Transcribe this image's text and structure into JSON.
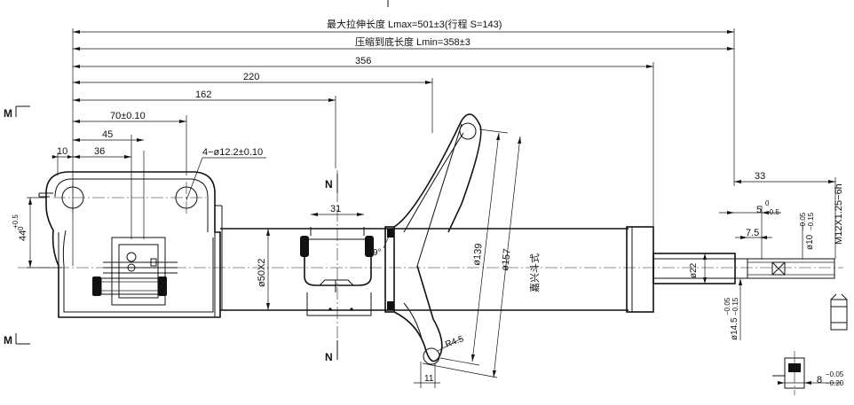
{
  "dimensions": {
    "max_length": "最大拉伸长度   Lmax=501±3(行程  S=143)",
    "min_length": "压缩到底长度   Lmin=358±3",
    "d356": "356",
    "d220": "220",
    "d162": "162",
    "d70": "70±0.10",
    "d45": "45",
    "d36": "36",
    "d10": "10",
    "holes": "4−ø12.2±0.10",
    "d31": "31",
    "tube_dia": "ø50X2",
    "angle": "9°",
    "d139": "ø139",
    "d157": "ø157",
    "r45": "R4.5",
    "d11": "11",
    "d22": "ø22",
    "d33": "33",
    "d5": "5",
    "d5_tol_upper": "0",
    "d5_tol_lower": "−0.5",
    "d75": "7.5",
    "d10_dia": "ø10",
    "d10_tol_upper": "−0.05",
    "d10_tol_lower": "−0.15",
    "thread": "M12X1.25−6h",
    "d145": "ø14.5",
    "d145_tol_upper": "−0.05",
    "d145_tol_lower": "−0.15",
    "d44": "44",
    "d44_tol_upper": "+0.5",
    "d44_tol_lower": "0",
    "d8": "8",
    "d8_tol_upper": "−0.05",
    "d8_tol_lower": "−0.20",
    "part_mark": "嘉兴斗式"
  },
  "sections": {
    "m_top": "M",
    "m_bottom": "M",
    "n_top": "N",
    "n_bottom": "N"
  }
}
